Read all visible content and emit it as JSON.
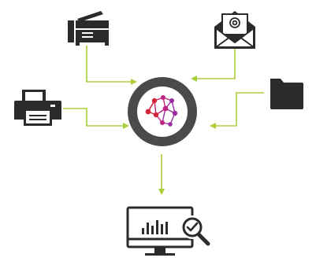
{
  "diagram": {
    "colors": {
      "connector": "#a8cf3a",
      "icon": "#2b2b2b",
      "hub_ring": "#4a4a4a",
      "hub_center": "#ffffff",
      "network_red": "#d3263a",
      "network_magenta": "#c1247e",
      "network_purple": "#9b2ca3",
      "background": "#ffffff"
    },
    "hub": {
      "icon": "neural-network-icon"
    },
    "sources": [
      {
        "id": "copier",
        "icon": "copier-icon"
      },
      {
        "id": "email",
        "icon": "email-icon"
      },
      {
        "id": "printer",
        "icon": "printer-icon"
      },
      {
        "id": "folder",
        "icon": "folder-icon"
      }
    ],
    "output": {
      "icon": "analytics-monitor-icon"
    }
  }
}
